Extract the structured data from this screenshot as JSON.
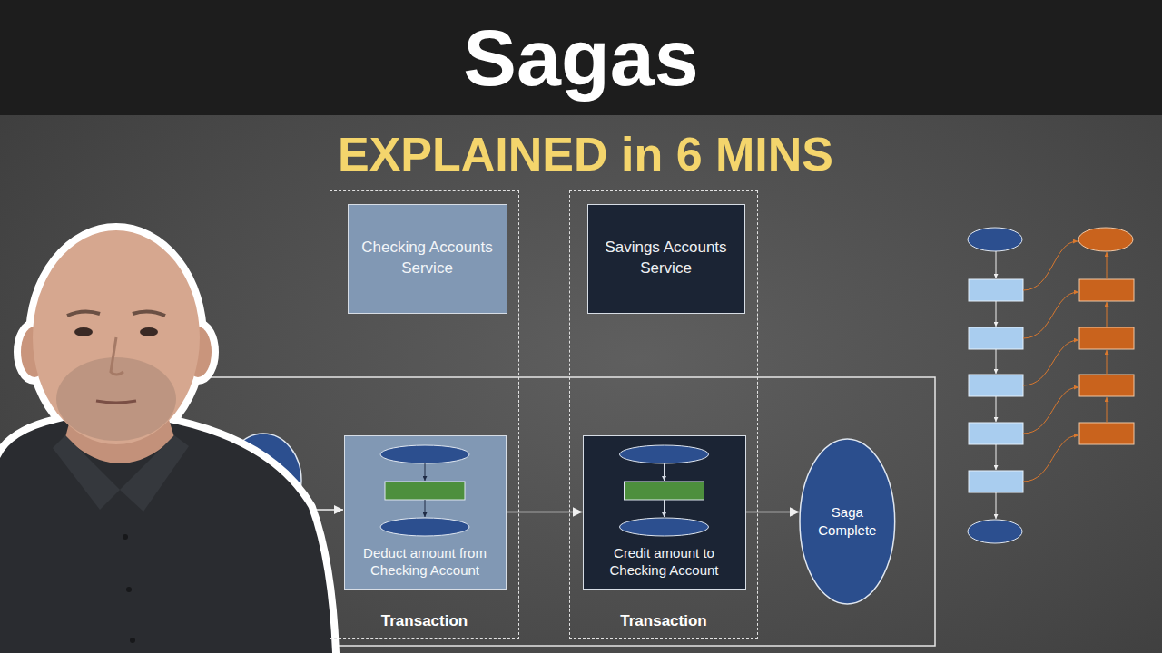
{
  "diagram": {
    "title": "Sagas",
    "nodes": [
      {
        "text": [
          "Transaction"
        ]
      },
      {
        "text": [
          "Checking Accounts Service"
        ],
        "in": 0
      },
      {
        "text": [
          "Deduct amount from Checking Account"
        ],
        "in": 0
      },
      {
        "text": [
          "Transaction"
        ]
      },
      {
        "text": [
          "Savings Accounts Service"
        ],
        "in": 3
      },
      {
        "text": [
          "Credit amount to Checking Account"
        ],
        "in": 3
      },
      {
        "text": [
          "Saga Complete"
        ]
      }
    ],
    "edges": [
      {
        "from": 2,
        "to": 5,
        "arrow": "to"
      },
      {
        "from": 5,
        "to": 6,
        "arrow": "to"
      }
    ],
    "labels": [
      "EXPLAINED in 6 MINS"
    ]
  }
}
